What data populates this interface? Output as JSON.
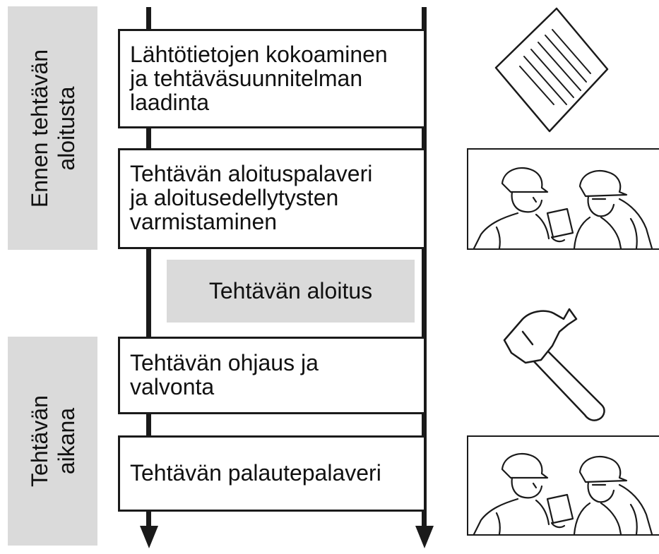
{
  "phases": {
    "before": "Ennen tehtävän\naloitusta",
    "during": "Tehtävän\naikana"
  },
  "steps": [
    "Lähtötietojen kokoaminen\nja tehtäväsuunnitelman\nlaadinta",
    "Tehtävän aloituspalaveri\nja aloitusedellytysten\nvarmistaminen",
    "Tehtävän ohjaus ja\nvalvonta",
    "Tehtävän palautepalaveri"
  ],
  "milestone": "Tehtävän aloitus",
  "illustrations": [
    "document-icon",
    "workers-meeting-icon",
    "hammer-icon",
    "workers-meeting-icon"
  ]
}
